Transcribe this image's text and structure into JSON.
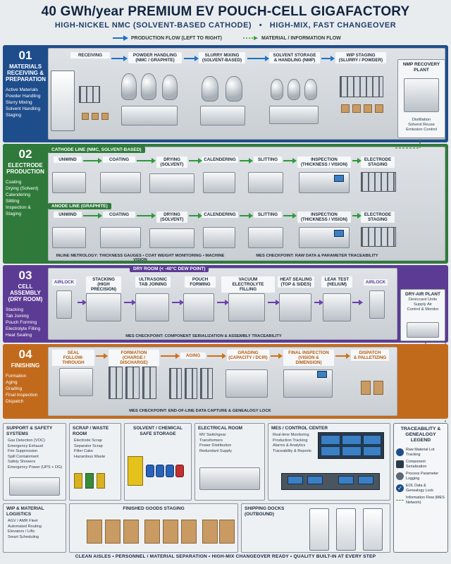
{
  "header": {
    "title": "40 GWh/year PREMIUM EV POUCH-CELL GIGAFACTORY",
    "subtitle_left": "HIGH-NICKEL NMC (SOLVENT-BASED CATHODE)",
    "subtitle_sep": "•",
    "subtitle_right": "HIGH-MIX, FAST CHANGEOVER",
    "legend_production": "PRODUCTION FLOW (LEFT TO RIGHT)",
    "legend_material": "MATERIAL / INFORMATION FLOW"
  },
  "colors": {
    "s1": "#1e4d8c",
    "s2": "#2f7a3a",
    "s3": "#5c3b94",
    "s4": "#c26a1c",
    "flow_blue": "#1e73c8",
    "flow_green": "#2e9a3a",
    "flow_purple": "#6a3fb0",
    "flow_orange": "#d06f16",
    "info_dash": "#3a9a3a"
  },
  "section1": {
    "num": "01",
    "name_l1": "MATERIALS",
    "name_l2": "RECEIVING &",
    "name_l3": "PREPARATION",
    "items": [
      "Active Materials",
      "Powder Handling",
      "Slurry Mixing",
      "Solvent Handling",
      "Staging"
    ],
    "stages": [
      {
        "l1": "RECEIVING",
        "l2": ""
      },
      {
        "l1": "POWDER HANDLING",
        "l2": "(NMC / GRAPHITE)"
      },
      {
        "l1": "SLURRY MIXING",
        "l2": "(SOLVENT-BASED)"
      },
      {
        "l1": "SOLVENT STORAGE",
        "l2": "& HANDLING (NMP)"
      },
      {
        "l1": "WIP STAGING",
        "l2": "(SLURRY / POWDER)"
      }
    ],
    "nmp": {
      "title_l1": "NMP RECOVERY",
      "title_l2": "PLANT",
      "l1": "Distillation",
      "l2": "Solvent Reuse",
      "l3": "Emission Control"
    }
  },
  "section2": {
    "num": "02",
    "name_l1": "ELECTRODE",
    "name_l2": "PRODUCTION",
    "items": [
      "Coating",
      "Drying (Solvent)",
      "Calendering",
      "Slitting",
      "Inspection &",
      "Staging"
    ],
    "cathode_line": "CATHODE LINE (NMC, SOLVENT-BASED)",
    "anode_line": "ANODE LINE (GRAPHITE)",
    "cathode_stages": [
      {
        "l1": "UNWIND",
        "l2": ""
      },
      {
        "l1": "COATING",
        "l2": ""
      },
      {
        "l1": "DRYING",
        "l2": "(SOLVENT)"
      },
      {
        "l1": "CALENDERING",
        "l2": ""
      },
      {
        "l1": "SLITTING",
        "l2": ""
      },
      {
        "l1": "INSPECTION",
        "l2": "(THICKNESS / VISION)"
      },
      {
        "l1": "ELECTRODE",
        "l2": "STAGING"
      }
    ],
    "anode_stages": [
      {
        "l1": "UNWIND",
        "l2": ""
      },
      {
        "l1": "COATING",
        "l2": ""
      },
      {
        "l1": "DRYING",
        "l2": "(SOLVENT)"
      },
      {
        "l1": "CALENDERING",
        "l2": ""
      },
      {
        "l1": "SLITTING",
        "l2": ""
      },
      {
        "l1": "INSPECTION",
        "l2": "(THICKNESS / VISION)"
      },
      {
        "l1": "ELECTRODE",
        "l2": "STAGING"
      }
    ],
    "metrology": "INLINE METROLOGY: THICKNESS GAUGES  •  COAT WEIGHT MONITORING  •  MACHINE VISION",
    "mes": "MES CHECKPOINT: RAW DATA & PARAMETER TRACEABILITY"
  },
  "section3": {
    "num": "03",
    "name_l1": "CELL",
    "name_l2": "ASSEMBLY",
    "name_l3": "(DRY ROOM)",
    "items": [
      "Stacking",
      "Tab Joining",
      "Pouch Forming",
      "Electrolyte Filling",
      "Heat Sealing"
    ],
    "dry_room": "DRY ROOM (< -40°C DEW POINT)",
    "airlock_in": "AIRLOCK",
    "airlock_out": "AIRLOCK",
    "stages": [
      {
        "l1": "STACKING",
        "l2": "(HIGH PRECISION)"
      },
      {
        "l1": "ULTRASONIC",
        "l2": "TAB JOINING"
      },
      {
        "l1": "POUCH",
        "l2": "FORMING"
      },
      {
        "l1": "VACUUM ELECTROLYTE",
        "l2": "FILLING"
      },
      {
        "l1": "HEAT SEALING",
        "l2": "(TOP & SIDES)"
      },
      {
        "l1": "LEAK TEST",
        "l2": "(HELIUM)"
      }
    ],
    "mes": "MES CHECKPOINT: COMPONENT SERIALIZATION & ASSEMBLY TRACEABILITY",
    "dry_air": {
      "title": "DRY-AIR PLANT",
      "l1": "Desiccant Units",
      "l2": "Supply Air",
      "l3": "Control & Monitor"
    }
  },
  "section4": {
    "num": "04",
    "name_l1": "FINISHING",
    "items": [
      "Formation",
      "Aging",
      "Grading",
      "Final Inspection",
      "Dispatch"
    ],
    "stages": [
      {
        "l1": "SEAL",
        "l2": "FOLLOW-THROUGH"
      },
      {
        "l1": "FORMATION",
        "l2": "(CHARGE / DISCHARGE)"
      },
      {
        "l1": "AGING",
        "l2": ""
      },
      {
        "l1": "GRADING",
        "l2": "(CAPACITY / DCIR)"
      },
      {
        "l1": "FINAL INSPECTION",
        "l2": "(VISION & DIMENSION)"
      },
      {
        "l1": "DISPATCH",
        "l2": "& PALLETIZING"
      }
    ],
    "mes": "MES CHECKPOINT: END-OF-LINE DATA CAPTURE & GENEALOGY LOCK"
  },
  "support": {
    "title": "SUPPORT & SAFETY SYSTEMS",
    "items": [
      "Gas Detection (VOC)",
      "Emergency Exhaust",
      "Fire Suppression",
      "Spill Containment",
      "Safety Showers",
      "Emergency Power (UPS + DG)"
    ]
  },
  "scrap": {
    "title": "SCRAP / WASTE ROOM",
    "items": [
      "Electrode Scrap",
      "Separator Scrap",
      "Filter Cake",
      "Hazardous Waste"
    ]
  },
  "solvent": {
    "title_l1": "SOLVENT / CHEMICAL",
    "title_l2": "SAFE STORAGE"
  },
  "electrical": {
    "title": "ELECTRICAL ROOM",
    "items": [
      "MV Switchgear",
      "Transformers",
      "Power Distribution",
      "Redundant Supply"
    ]
  },
  "mes_room": {
    "title": "MES / CONTROL CENTER",
    "items": [
      "Real-time Monitoring",
      "Production Tracking",
      "Alarms & Analytics",
      "Traceability & Reports"
    ]
  },
  "wip": {
    "title_l1": "WIP & MATERIAL",
    "title_l2": "LOGISTICS",
    "items": [
      "AGV / AMR Fleet",
      "Automated Routing",
      "Elevators / Lifts",
      "Smart Scheduling"
    ]
  },
  "goods": {
    "title": "FINISHED GOODS STAGING"
  },
  "docks": {
    "title_l1": "SHIPPING DOCKS",
    "title_l2": "(OUTBOUND)"
  },
  "trace": {
    "title_l1": "TRACEABILITY &",
    "title_l2": "GENEALOGY LEGEND",
    "rows": [
      {
        "icon": "raw-material-icon",
        "text": "Raw Material Lot Tracking"
      },
      {
        "icon": "serial-icon",
        "text": "Component Serialization"
      },
      {
        "icon": "gear-icon",
        "text": "Process Parameter Logging"
      },
      {
        "icon": "check-icon",
        "text": "EOL Data & Genealogy Lock"
      },
      {
        "icon": "dash-arrow-icon",
        "text": "Information Flow (MES Network)"
      }
    ]
  },
  "footer": "CLEAN AISLES  •  PERSONNEL / MATERIAL SEPARATION  •  HIGH-MIX CHANGEOVER READY  •  QUALITY BUILT-IN AT EVERY STEP"
}
